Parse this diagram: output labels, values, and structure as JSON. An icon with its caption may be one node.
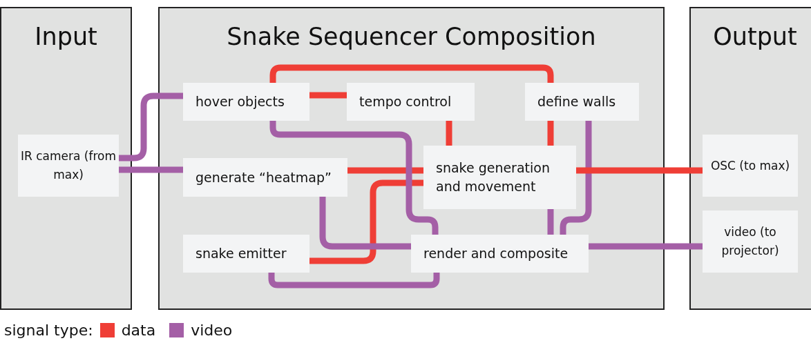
{
  "diagram": {
    "nodes": [
      {
        "text": [
          "Input"
        ]
      },
      {
        "text": [
          "Snake Sequencer Composition"
        ]
      },
      {
        "text": [
          "Output"
        ]
      },
      {
        "text": [
          "IR camera (from max)"
        ],
        "in": 0
      },
      {
        "text": [
          "hover objects"
        ],
        "in": 1
      },
      {
        "text": [
          "tempo control"
        ],
        "in": 1
      },
      {
        "text": [
          "define walls"
        ],
        "in": 1
      },
      {
        "text": [
          "generate “heatmap”"
        ],
        "in": 1
      },
      {
        "text": [
          "snake generation and movement"
        ],
        "in": 1
      },
      {
        "text": [
          "snake emitter"
        ],
        "in": 1
      },
      {
        "text": [
          "render and composite"
        ],
        "in": 1
      },
      {
        "text": [
          "OSC (to max)"
        ],
        "in": 2
      },
      {
        "text": [
          "video (to projector)"
        ],
        "in": 2
      }
    ],
    "edges": [
      {
        "from": 3,
        "to": 4,
        "arrow": "none",
        "color": "#a45fa6"
      },
      {
        "from": 3,
        "to": 7,
        "arrow": "none",
        "color": "#a45fa6"
      },
      {
        "from": 4,
        "to": 5,
        "arrow": "none",
        "color": "#ef3e36"
      },
      {
        "from": 4,
        "to": 6,
        "arrow": "none",
        "color": "#ef3e36"
      },
      {
        "from": 5,
        "to": 8,
        "arrow": "none",
        "color": "#ef3e36"
      },
      {
        "from": 6,
        "to": 8,
        "arrow": "none",
        "color": "#ef3e36"
      },
      {
        "from": 7,
        "to": 8,
        "arrow": "none",
        "color": "#ef3e36"
      },
      {
        "from": 9,
        "to": 8,
        "arrow": "none",
        "color": "#ef3e36"
      },
      {
        "from": 4,
        "to": 10,
        "arrow": "none",
        "color": "#a45fa6"
      },
      {
        "from": 7,
        "to": 10,
        "arrow": "none",
        "color": "#a45fa6"
      },
      {
        "from": 9,
        "to": 10,
        "arrow": "none",
        "color": "#a45fa6"
      },
      {
        "from": 8,
        "to": 10,
        "arrow": "none",
        "color": "#a45fa6"
      },
      {
        "from": 6,
        "to": 10,
        "arrow": "none",
        "color": "#a45fa6"
      },
      {
        "from": 8,
        "to": 11,
        "arrow": "none",
        "color": "#ef3e36"
      },
      {
        "from": 10,
        "to": 12,
        "arrow": "none",
        "color": "#a45fa6"
      }
    ],
    "labels": [
      "signal type:"
    ],
    "legend": [
      {
        "text": "data",
        "color": "#ef3e36"
      },
      {
        "text": "video",
        "color": "#a45fa6"
      }
    ]
  }
}
